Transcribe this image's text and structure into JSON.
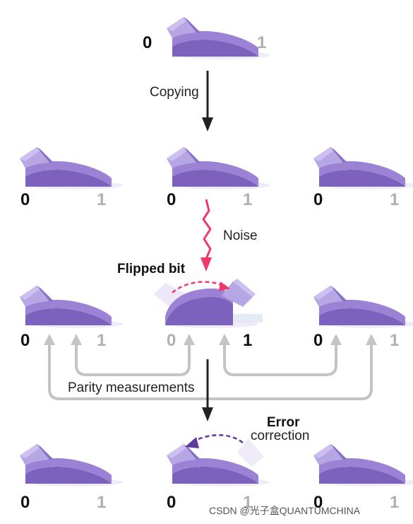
{
  "labels": {
    "copying": "Copying",
    "noise": "Noise",
    "flipped_bit": "Flipped bit",
    "parity": "Parity measurements",
    "error": "Error",
    "correction": "correction"
  },
  "bits": {
    "zero": "0",
    "one": "1"
  },
  "watermark": "CSDN @光子盒QUANTUMCHINA",
  "colors": {
    "switch_light": "#b7a6e4",
    "switch_body": "#9b82d4",
    "switch_dark": "#7d62bd",
    "active_bit": "#111111",
    "inactive_bit": "#b0b0b0",
    "arrow_black": "#222222",
    "noise_pink": "#ee3a6a",
    "parity_gray": "#c4c4c4",
    "correction_purple": "#5d3b9c"
  }
}
